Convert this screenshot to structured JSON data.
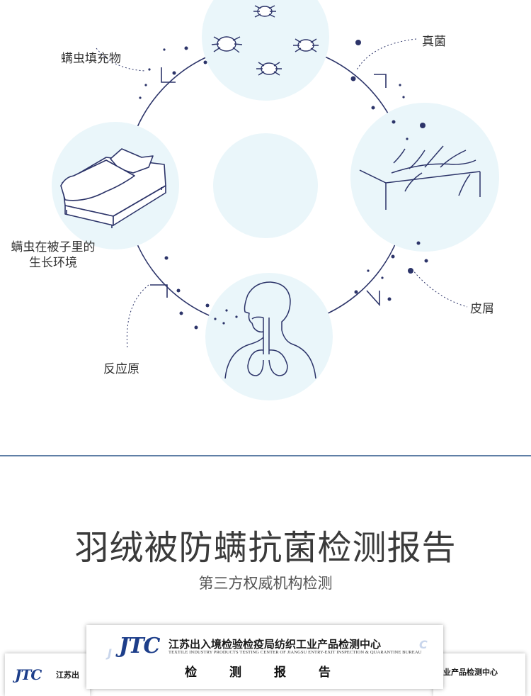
{
  "cycle": {
    "labels": {
      "filling": "螨虫填充物",
      "fungus": "真菌",
      "quilt_env_line1": "螨虫在被子里的",
      "quilt_env_line2": "生长环境",
      "dander": "皮屑",
      "allergen": "反应原"
    },
    "icons": [
      "mite-icon",
      "bed-icon",
      "skin-fiber-icon",
      "human-respiratory-icon"
    ]
  },
  "title": {
    "main": "羽绒被防螨抗菌检测报告",
    "sub": "第三方权威机构检测"
  },
  "report": {
    "logo": "JTC",
    "org_cn": "江苏出入境检验检疫局纺织工业产品检测中心",
    "org_en": "TEXTILE INDUSTRY PRODUCTS TESTING CENTER OF JIANGSU ENTRY-EXIT INSPECTION & QUARANTINE BUREAU",
    "doc_title": "检 测 报 告",
    "left_partial": "江苏出",
    "right_partial": "业产品检测中心"
  },
  "colors": {
    "accent": "#2c3469",
    "circle_fill": "#eaf6fa",
    "divider": "#5f7fa6",
    "logo": "#1d3e8a"
  }
}
